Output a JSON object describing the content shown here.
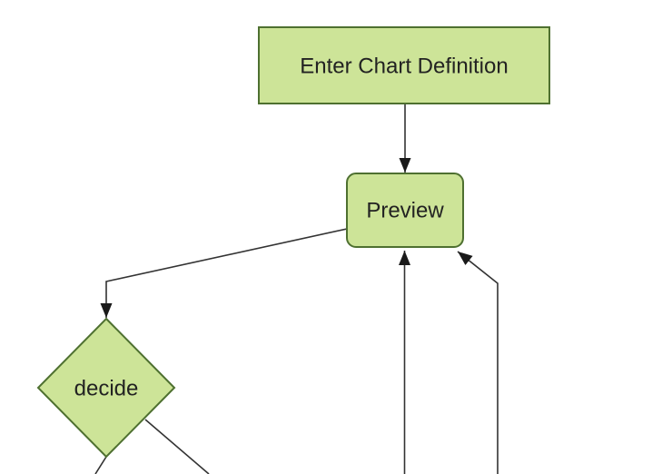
{
  "diagram": {
    "type": "flowchart",
    "orientation": "top-down",
    "background_color": "#ffffff",
    "colors": {
      "background": "#ffffff",
      "node_fill": "#cde498",
      "node_border": "#4e7030",
      "edge_line": "#333333",
      "arrowhead": "#1a1a1a",
      "node_text": "#222222"
    },
    "nodes": [
      {
        "id": "enter-chart-definition",
        "label": "Enter Chart Definition",
        "shape": "rectangle"
      },
      {
        "id": "preview",
        "label": "Preview",
        "shape": "rounded-rectangle"
      },
      {
        "id": "decide",
        "label": "decide",
        "shape": "diamond"
      }
    ],
    "edges": [
      {
        "from": "enter-chart-definition",
        "to": "preview",
        "arrowhead": true
      },
      {
        "from": "preview",
        "to": "decide",
        "arrowhead": true
      },
      {
        "from": "decide",
        "to": "offscreen-bottom-left",
        "arrowhead": false
      },
      {
        "from": "decide",
        "to": "offscreen-bottom",
        "arrowhead": false
      },
      {
        "from": "offscreen-bottom",
        "to": "preview",
        "arrowhead": true
      },
      {
        "from": "offscreen-bottom-right",
        "to": "preview",
        "arrowhead": true
      }
    ]
  }
}
